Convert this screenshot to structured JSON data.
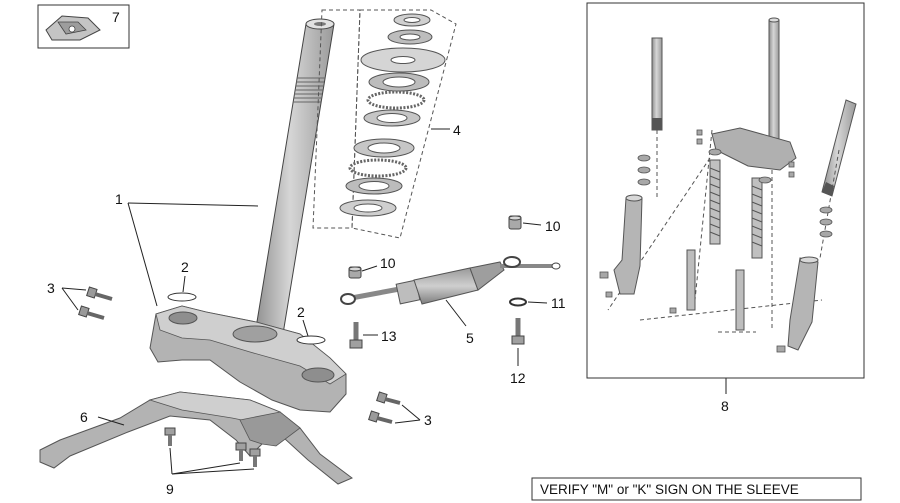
{
  "labels": {
    "l1": "1",
    "l2a": "2",
    "l2b": "2",
    "l3a": "3",
    "l3b": "3",
    "l4": "4",
    "l5": "5",
    "l6": "6",
    "l7": "7",
    "l8": "8",
    "l9": "9",
    "l10a": "10",
    "l10b": "10",
    "l11": "11",
    "l12": "12",
    "l13": "13"
  },
  "note": "VERIFY \"M\" or \"K\" SIGN ON THE SLEEVE",
  "colors": {
    "part_fill": "#b5b5b5",
    "part_dark": "#8c8c8c",
    "line": "#222222",
    "background": "#ffffff"
  }
}
